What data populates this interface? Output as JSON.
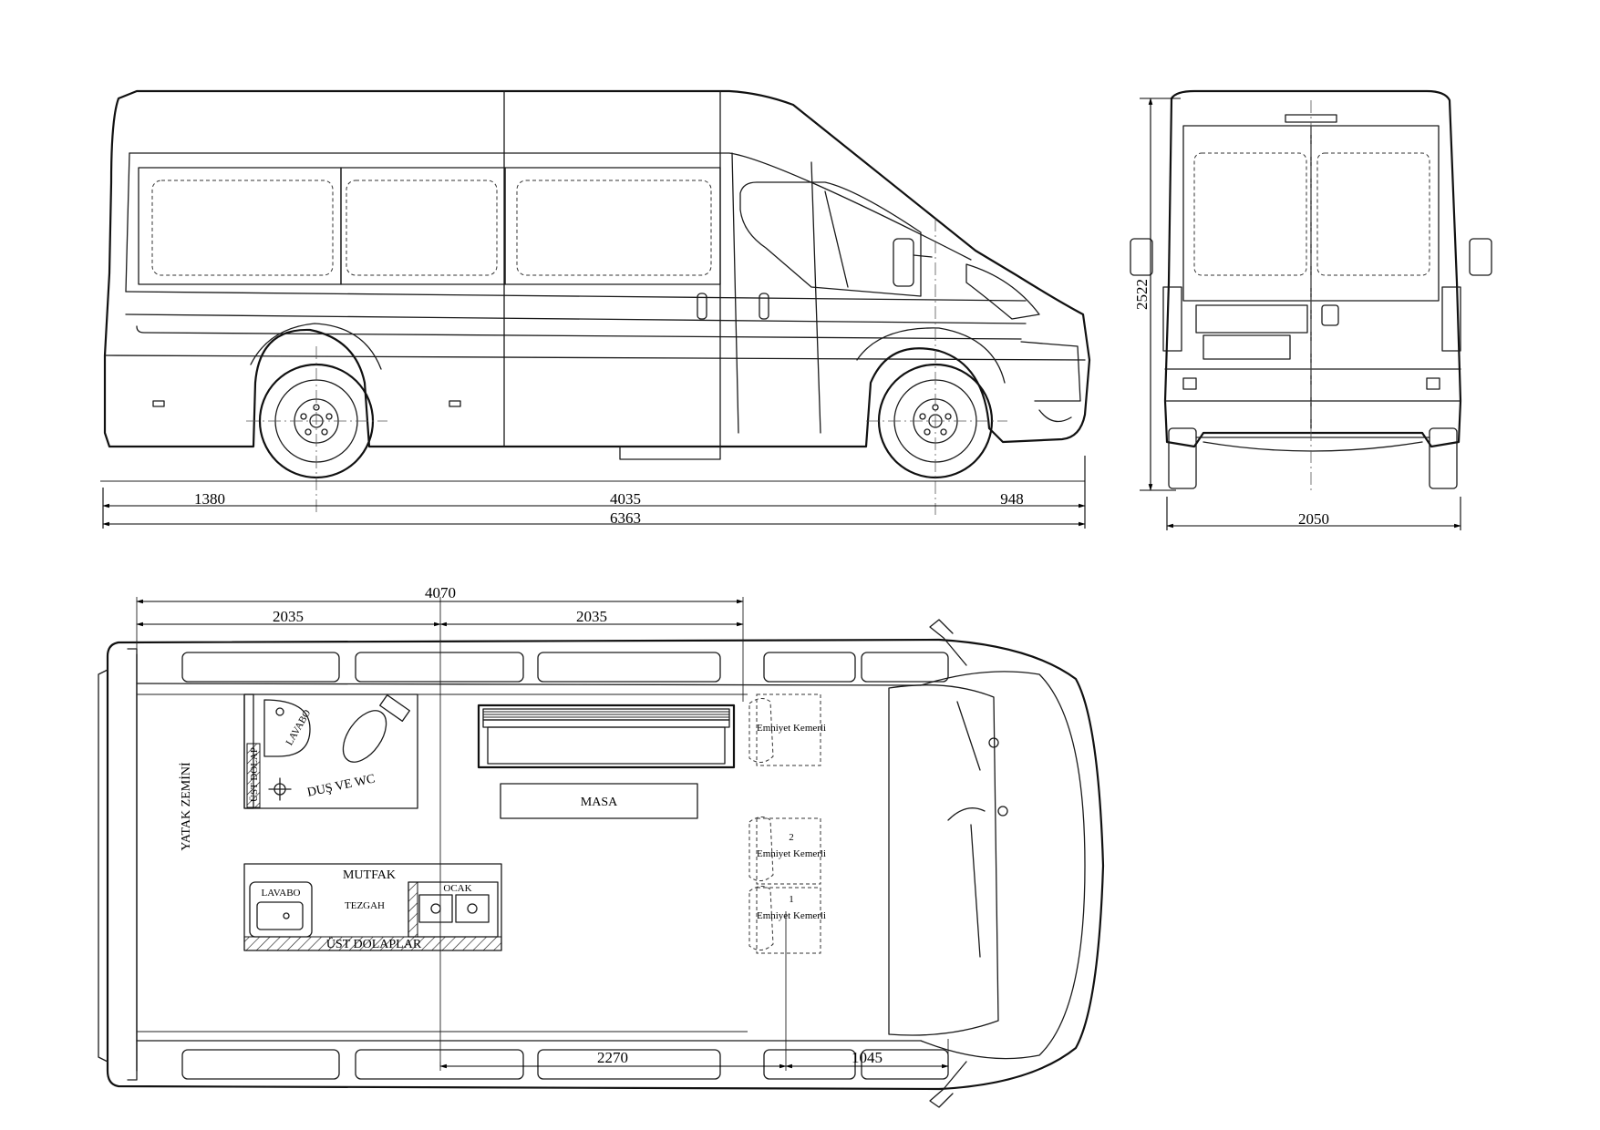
{
  "side_view": {
    "dimensions": {
      "rear_overhang": "1380",
      "wheelbase": "4035",
      "front_overhang": "948",
      "overall_length": "6363"
    }
  },
  "rear_view": {
    "dimensions": {
      "height": "2522",
      "width": "2050"
    }
  },
  "plan_view": {
    "dimensions": {
      "interior_length": "4070",
      "section_left": "2035",
      "section_right": "2035",
      "rear_to_seats": "2270",
      "seats_to_front": "1045"
    },
    "labels": {
      "bed_floor": "YATAK ZEMİNİ",
      "bath_sink": "LAVABO",
      "shower_wc": "DUŞ VE WC",
      "upper_cabinet_bath": "ÜST DOLAP",
      "table": "MASA",
      "kitchen": "MUTFAK",
      "kitchen_sink": "LAVABO",
      "counter": "TEZGAH",
      "stove": "OCAK",
      "upper_cabinets": "ÜST DOLAPLAR",
      "seat_top": "Emniyet Kemerli",
      "seat_2_num": "2",
      "seat_2": "Emniyet Kemerli",
      "seat_1_num": "1",
      "seat_1": "Emniyet Kemerli"
    }
  }
}
